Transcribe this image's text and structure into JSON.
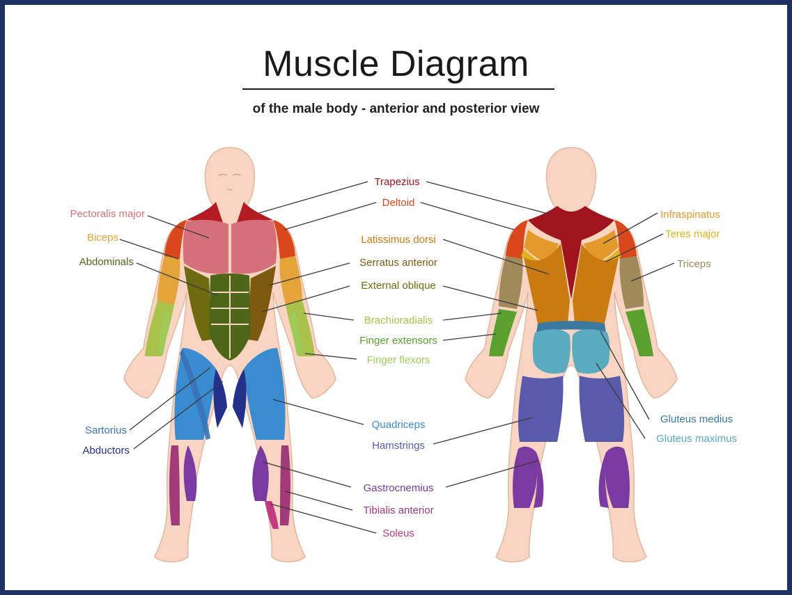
{
  "title": "Muscle Diagram",
  "subtitle": "of the male body - anterior and posterior view",
  "colors": {
    "border": "#1e3160",
    "skin": "#f7d5c2",
    "skin_outline": "#e3b79f"
  },
  "labels": {
    "trapezius": {
      "text": "Trapezius",
      "color": "#a0141c"
    },
    "deltoid": {
      "text": "Deltoid",
      "color": "#d8481c"
    },
    "pectoralis_major": {
      "text": "Pectoralis major",
      "color": "#d5707a"
    },
    "biceps": {
      "text": "Biceps",
      "color": "#e3a43a"
    },
    "abdominals": {
      "text": "Abdominals",
      "color": "#4d6617"
    },
    "latissimus_dorsi": {
      "text": "Latissimus dorsi",
      "color": "#c97a10"
    },
    "serratus_anterior": {
      "text": "Serratus anterior",
      "color": "#7d5a10"
    },
    "external_oblique": {
      "text": "External oblique",
      "color": "#6e6a10"
    },
    "brachioradialis": {
      "text": "Brachioradialis",
      "color": "#a9c24a"
    },
    "finger_extensors": {
      "text": "Finger extensors",
      "color": "#5aa02e"
    },
    "finger_flexors": {
      "text": "Finger flexors",
      "color": "#9ecb5a"
    },
    "infraspinatus": {
      "text": "Infraspinatus",
      "color": "#e49a2a"
    },
    "teres_major": {
      "text": "Teres major",
      "color": "#e2b21e"
    },
    "triceps": {
      "text": "Triceps",
      "color": "#a08a5a"
    },
    "sartorius": {
      "text": "Sartorius",
      "color": "#3a72b5"
    },
    "abductors": {
      "text": "Abductors",
      "color": "#24308a"
    },
    "quadriceps": {
      "text": "Quadriceps",
      "color": "#3a8cd0"
    },
    "hamstrings": {
      "text": "Hamstrings",
      "color": "#5a5aaa"
    },
    "gastrocnemius": {
      "text": "Gastrocnemius",
      "color": "#7a3aa0"
    },
    "tibialis_anterior": {
      "text": "Tibialis anterior",
      "color": "#a03a78"
    },
    "soleus": {
      "text": "Soleus",
      "color": "#c23a80"
    },
    "gluteus_medius": {
      "text": "Gluteus medius",
      "color": "#3a7aa0"
    },
    "gluteus_maximus": {
      "text": "Gluteus maximus",
      "color": "#5aaac0"
    }
  }
}
